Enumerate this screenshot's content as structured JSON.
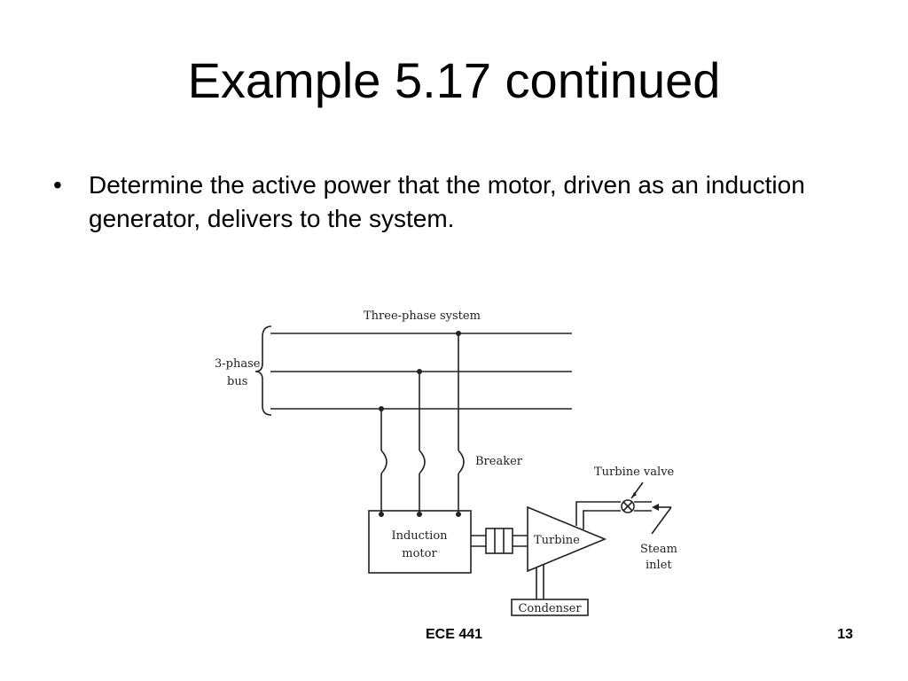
{
  "slide": {
    "title": "Example 5.17 continued",
    "bullet_symbol": "•",
    "bullet_text": "Determine the active power that the motor, driven as an induction generator, delivers to the system."
  },
  "diagram": {
    "three_phase_system": "Three-phase system",
    "bus_label_line1": "3-phase",
    "bus_label_line2": "bus",
    "breaker": "Breaker",
    "turbine_valve": "Turbine valve",
    "motor_line1": "Induction",
    "motor_line2": "motor",
    "turbine": "Turbine",
    "steam_line1": "Steam",
    "steam_line2": "inlet",
    "condenser": "Condenser"
  },
  "footer": {
    "course": "ECE 441",
    "page": "13"
  }
}
